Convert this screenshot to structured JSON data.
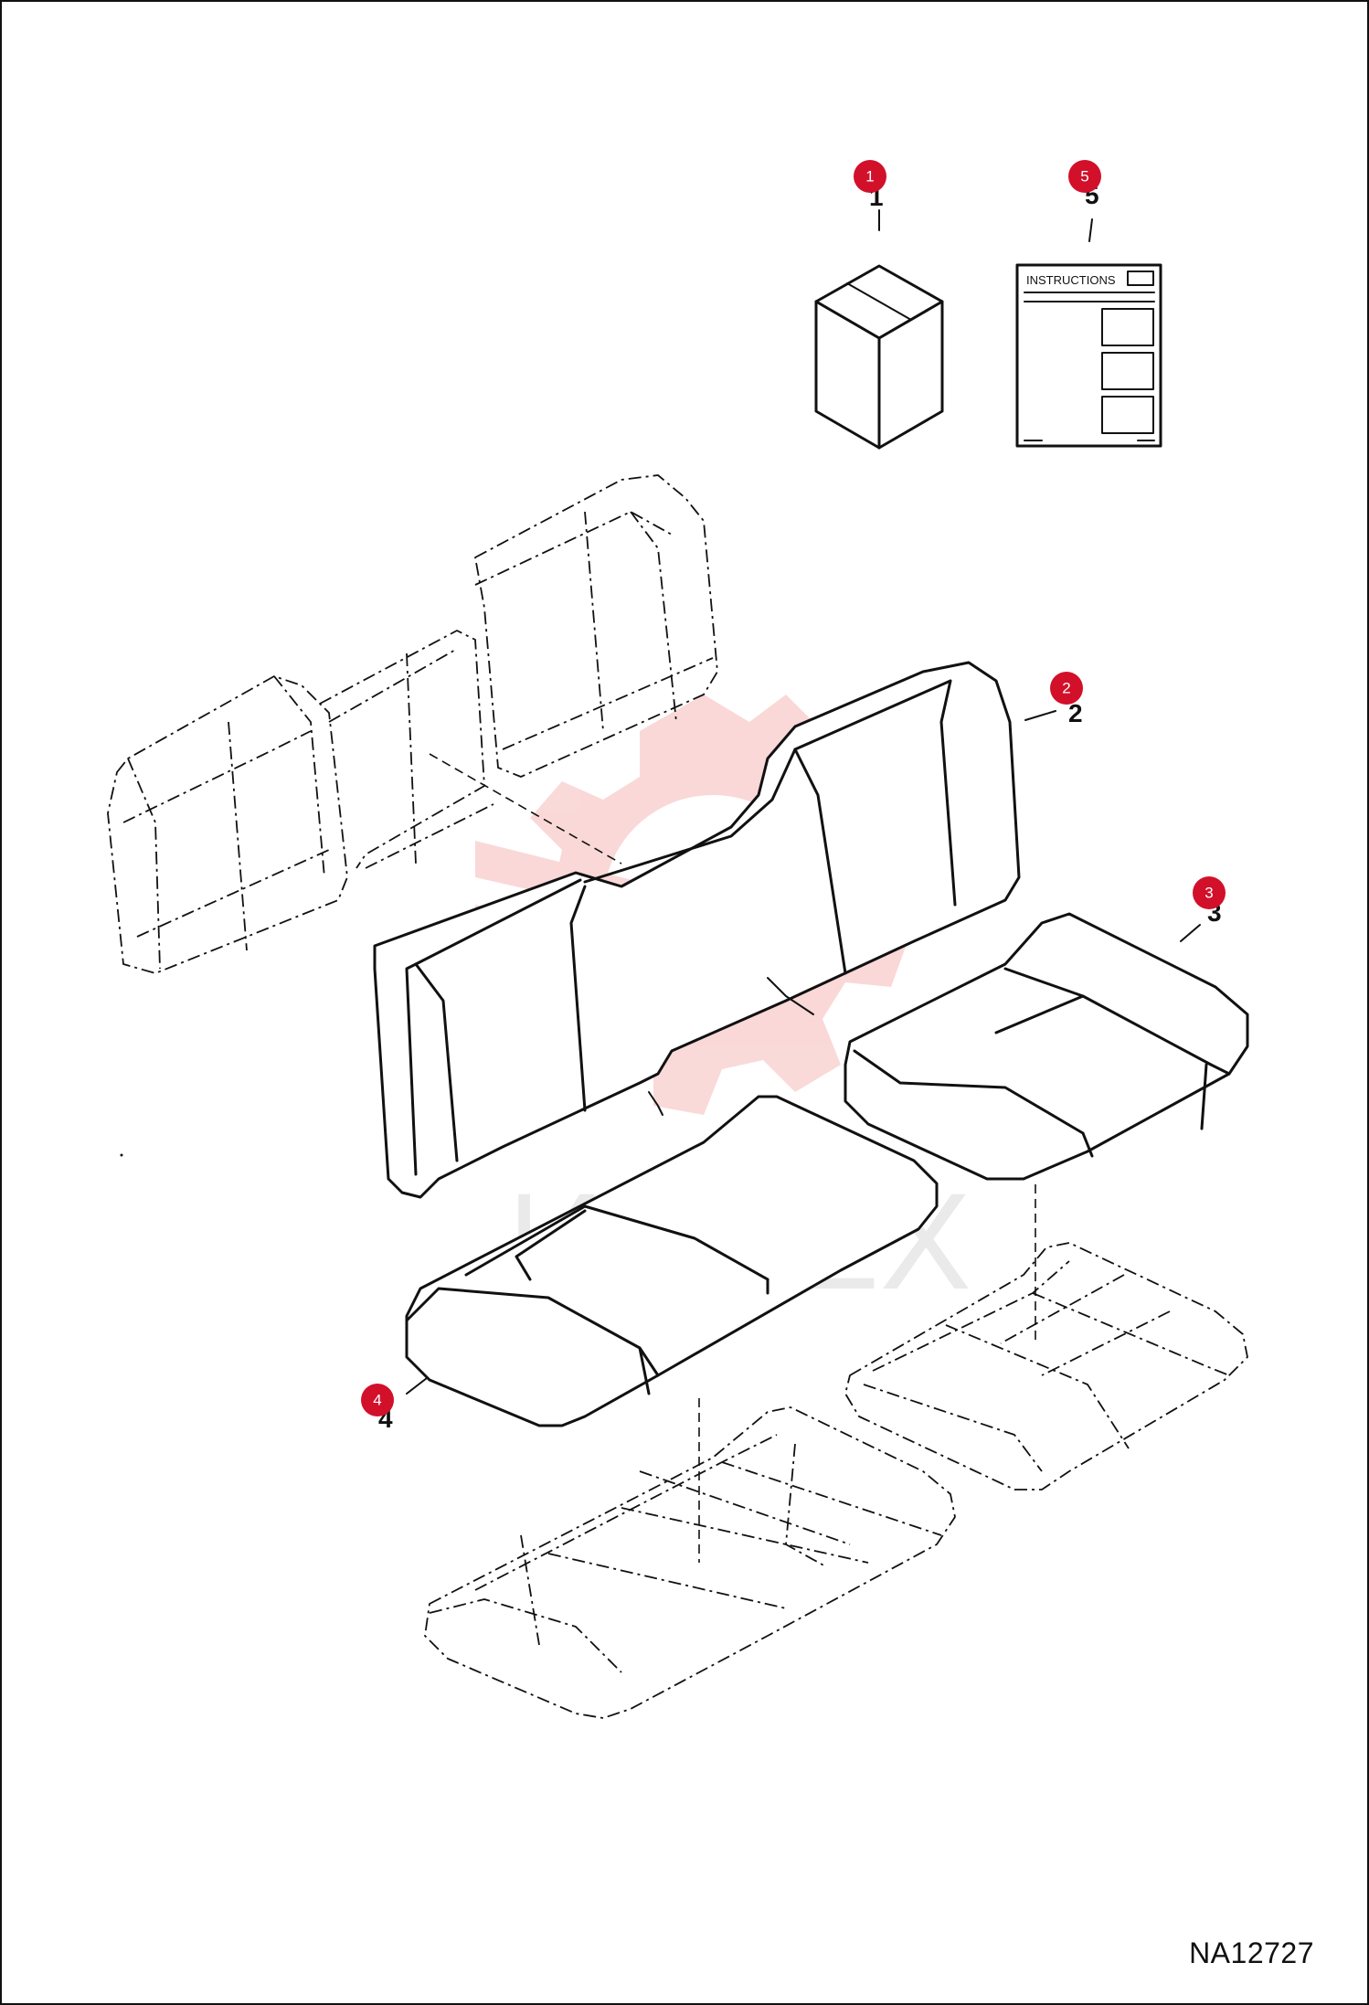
{
  "drawing_code": "NA12727",
  "instructions_label": "INSTRUCTIONS",
  "watermark_text": "ИНТЕХ",
  "callouts": [
    {
      "id": "1",
      "label": "1"
    },
    {
      "id": "2",
      "label": "2"
    },
    {
      "id": "3",
      "label": "3"
    },
    {
      "id": "4",
      "label": "4"
    },
    {
      "id": "5",
      "label": "5"
    }
  ],
  "colors": {
    "callout_fill": "#d2102a",
    "watermark": "#f6b9b9",
    "line": "#111111"
  }
}
